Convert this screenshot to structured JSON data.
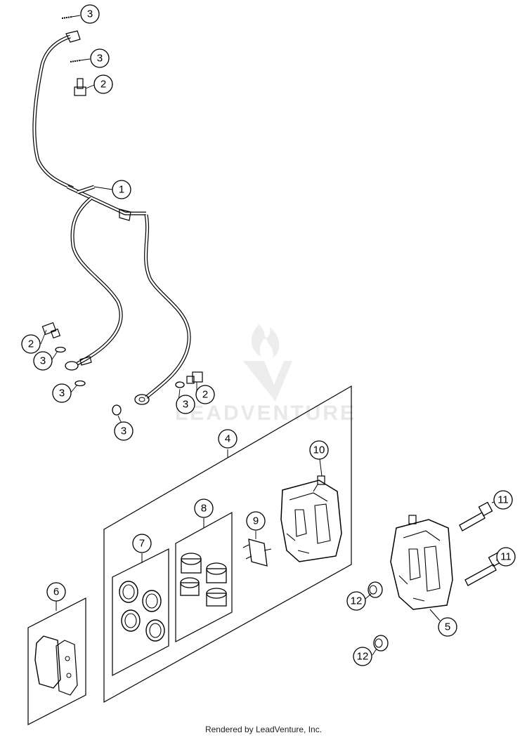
{
  "watermark": {
    "text": "LEADVENTURE"
  },
  "footer": {
    "text": "Rendered by LeadVenture, Inc."
  },
  "callouts": [
    {
      "id": "c3a",
      "label": "3"
    },
    {
      "id": "c3b",
      "label": "3"
    },
    {
      "id": "c2a",
      "label": "2"
    },
    {
      "id": "c1",
      "label": "1"
    },
    {
      "id": "c2b",
      "label": "2"
    },
    {
      "id": "c3c",
      "label": "3"
    },
    {
      "id": "c3d",
      "label": "3"
    },
    {
      "id": "c3e",
      "label": "3"
    },
    {
      "id": "c2c",
      "label": "2"
    },
    {
      "id": "c3f",
      "label": "3"
    },
    {
      "id": "c4",
      "label": "4"
    },
    {
      "id": "c10",
      "label": "10"
    },
    {
      "id": "c8",
      "label": "8"
    },
    {
      "id": "c9",
      "label": "9"
    },
    {
      "id": "c7",
      "label": "7"
    },
    {
      "id": "c11a",
      "label": "11"
    },
    {
      "id": "c11b",
      "label": "11"
    },
    {
      "id": "c6",
      "label": "6"
    },
    {
      "id": "c12a",
      "label": "12"
    },
    {
      "id": "c5",
      "label": "5"
    },
    {
      "id": "c12b",
      "label": "12"
    }
  ]
}
